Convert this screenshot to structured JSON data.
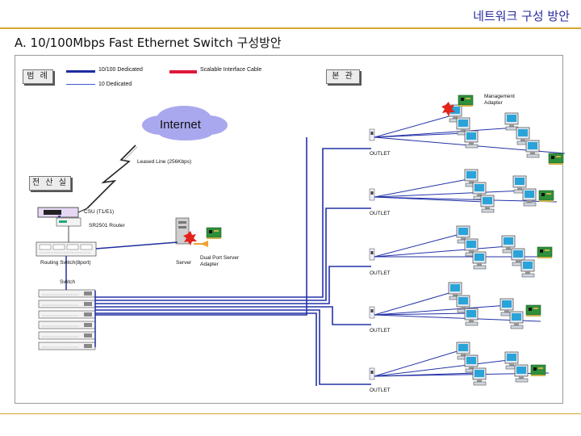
{
  "header": {
    "title": "네트워크 구성 방안"
  },
  "section": {
    "title": "A. 10/100Mbps Fast Ethernet Switch 구성방안"
  },
  "legend": {
    "label": "범 례",
    "dedicated_100": "10/100 Dedicated",
    "dedicated_10": "10 Dedicated",
    "scalable_cable": "Scalable Interface Cable"
  },
  "colors": {
    "fast_link": "#1f2d9e",
    "slow_link": "#3b5bd6",
    "scalable": "#e0193a",
    "accent_rule": "#d4a72c",
    "title_blue": "#2a2aa0"
  },
  "main_office": {
    "label": "본 관",
    "management_adapter": "Management Adapter"
  },
  "internet": {
    "label": "Internet",
    "leased_line": "Leased Line (256Kbps)"
  },
  "computer_room": {
    "label": "전 산 실",
    "csu": "CSU (T1/E1)",
    "router": "SR2501 Router",
    "routing_switch": "Routing Switch(8port)",
    "switch": "Switch",
    "server": "Server",
    "dual_port_adapter": "Dual Port Server Adapter"
  },
  "outlets": [
    "OUTLET",
    "OUTLET",
    "OUTLET",
    "OUTLET",
    "OUTLET"
  ]
}
